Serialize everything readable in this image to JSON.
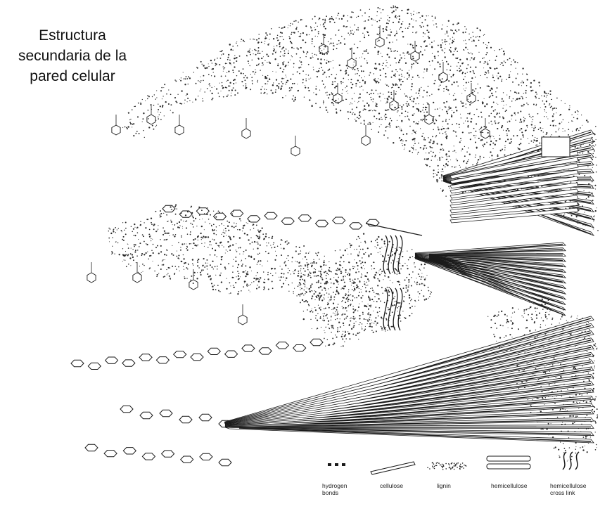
{
  "title_lines": [
    "Estructura",
    "secundaria de la",
    "pared celular"
  ],
  "legend": [
    {
      "key": "hydrogen-bonds",
      "lines": [
        "hydrogen",
        "bonds"
      ]
    },
    {
      "key": "cellulose",
      "lines": [
        "cellulose"
      ]
    },
    {
      "key": "lignin",
      "lines": [
        "lignin"
      ]
    },
    {
      "key": "hemicellulose",
      "lines": [
        "hemicellulose"
      ]
    },
    {
      "key": "hemicellulose-cross-link",
      "lines": [
        "hemicellulose",
        "cross link"
      ]
    }
  ],
  "colors": {
    "ink": "#1a1a1a",
    "paper": "#ffffff",
    "stipple": "#2a2a2a"
  }
}
